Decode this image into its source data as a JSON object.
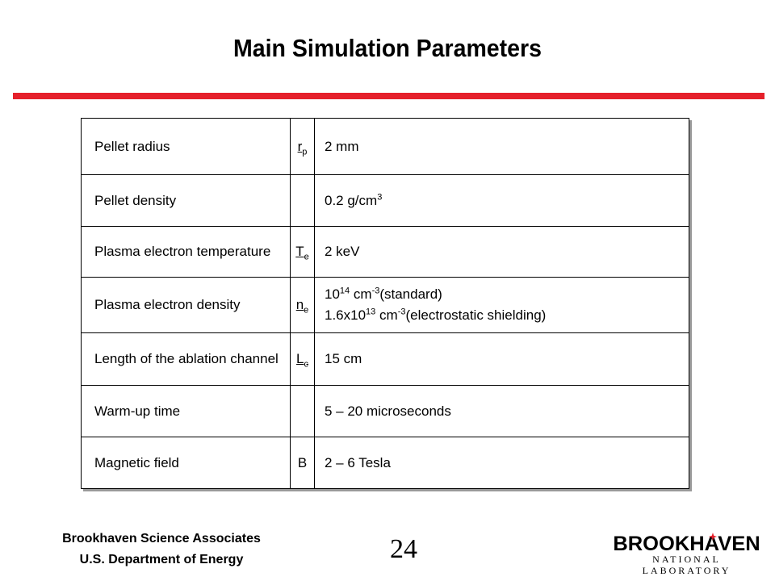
{
  "title": "Main Simulation Parameters",
  "table": {
    "rows": [
      {
        "name": "Pellet radius",
        "sym_main": "r",
        "sym_sub": "p",
        "val": "2 mm"
      },
      {
        "name": "Pellet density",
        "sym_main": "",
        "sym_sub": "",
        "val_main": "0.2 g/cm",
        "val_sup": "3"
      },
      {
        "name": "Plasma electron temperature",
        "sym_main": "T",
        "sym_sub": "e",
        "val": "2 keV"
      },
      {
        "name": "Plasma electron density",
        "sym_main": "n",
        "sym_sub": "e",
        "val_line1": {
          "pre": "10",
          "sup1": "14",
          "mid": " cm",
          "sup2": "-3",
          "post": "(standard)"
        },
        "val_line2": {
          "pre": "1.6x10",
          "sup1": "13",
          "mid": " cm",
          "sup2": "-3",
          "post": "(electrostatic shielding)"
        }
      },
      {
        "name": "Length of the ablation channel",
        "sym_main": "L",
        "sym_sub": "c",
        "val": "15 cm"
      },
      {
        "name": "Warm-up time",
        "sym_main": "",
        "sym_sub": "",
        "val": "5 – 20 microseconds"
      },
      {
        "name": "Magnetic field",
        "sym_main": "B",
        "sym_sub": "",
        "val": "2 – 6 Tesla"
      }
    ]
  },
  "footer": {
    "org_line1": "Brookhaven Science Associates",
    "org_line2": "U.S. Department of Energy",
    "page_number": "24"
  },
  "logo": {
    "text_top": "BROOKHAVEN",
    "text_bottom": "NATIONAL LABORATORY"
  },
  "colors": {
    "accent_rule": "#e5202b"
  }
}
